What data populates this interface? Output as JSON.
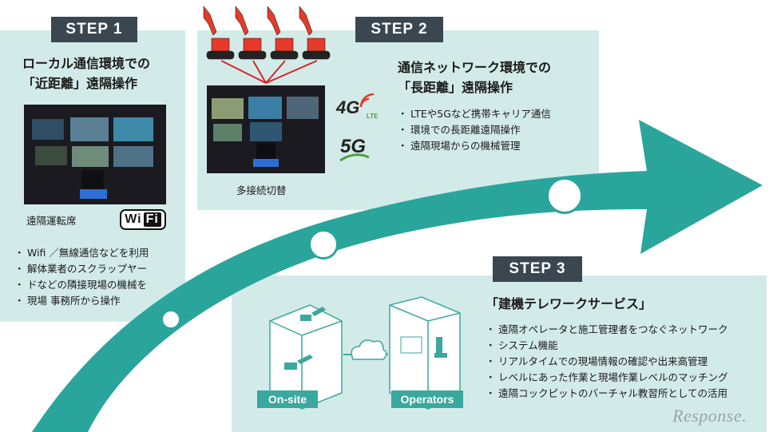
{
  "step1": {
    "label": "STEP 1",
    "title_line1": "ローカル通信環境での",
    "title_line2": "「近距離」遠隔操作",
    "photo_caption": "遠隔運転席",
    "wifi_text": "Wi",
    "wifi_text_fi": "Fi",
    "bullets": [
      "Wifi ／無線通信などを利用",
      "解体業者のスクラップヤー",
      "ドなどの隣接現場の機械を",
      "現場 事務所から操作"
    ]
  },
  "step2": {
    "label": "STEP 2",
    "title_line1": "通信ネットワーク環境での",
    "title_line2": "「長距離」遠隔操作",
    "photo_caption": "多接続切替",
    "badge_4g": "4G",
    "badge_lte": "LTE",
    "badge_5g": "5G",
    "bullets": [
      "LTEや5Gなど携帯キャリア通信",
      "環境での長距離遠隔操作",
      "遠隔現場からの機械管理"
    ]
  },
  "step3": {
    "label": "STEP 3",
    "title": "「建機テレワークサービス」",
    "onsite_label": "On-site",
    "operators_label": "Operators",
    "bullets": [
      "遠隔オペレータと施工管理者をつなぐネットワーク",
      "システム機能",
      "リアルタイムでの現場情報の確認や出来高管理",
      "レベルにあった作業と現場作業レベルのマッチング",
      "遠隔コックピットのバーチャル教習所としての活用"
    ]
  },
  "watermark": "Response.",
  "colors": {
    "panel": "#d3ebe8",
    "arrow": "#2aa59c",
    "step_label_bg": "#3a4750",
    "excavator": "#e83a2a"
  }
}
